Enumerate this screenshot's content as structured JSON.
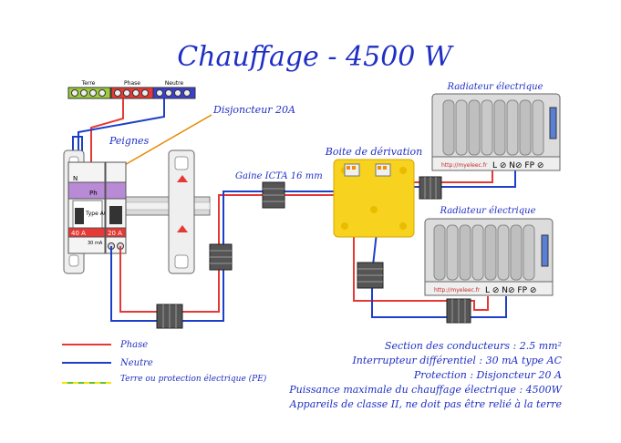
{
  "title": "Chauffage - 4500 W",
  "labels": {
    "terre": "Terre",
    "phase_bar": "Phase",
    "neutre_bar": "Neutre",
    "disjoncteur": "Disjoncteur 20A",
    "peignes": "Peignes",
    "gaine": "Gaine ICTA 16 mm",
    "boite": "Boite de dérivation",
    "radiateur1": "Radiateur électrique",
    "radiateur2": "Radiateur électrique",
    "url": "http://myeleec.fr",
    "terminals": "L ⊘ N⊘ FP ⊘",
    "module_n": "N",
    "module_ph": "Ph",
    "type_ac": "Type AC",
    "amp40": "40 A",
    "amp20": "20 A",
    "ma30": "30 mA"
  },
  "legend": [
    {
      "label": "Phase",
      "color": "#e53935"
    },
    {
      "label": "Neutre",
      "color": "#1e40c8"
    },
    {
      "label": "Terre ou protection électrique (PE)",
      "color": "#5cc23a"
    }
  ],
  "notes": {
    "line1": "Section des conducteurs : 2.5 mm²",
    "line2": "Interrupteur différentiel : 30 mA type AC",
    "line3": "Protection : Disjoncteur 20 A",
    "line4": "Puissance maximale du chauffage électrique : 4500W",
    "line5": "Appareils de classe II, ne doit pas être relié à la terre"
  },
  "colors": {
    "phase": "#e53935",
    "neutre": "#1e40c8",
    "terre": "#5cc23a",
    "title": "#1f2fc4",
    "box": "#f7d21e"
  }
}
